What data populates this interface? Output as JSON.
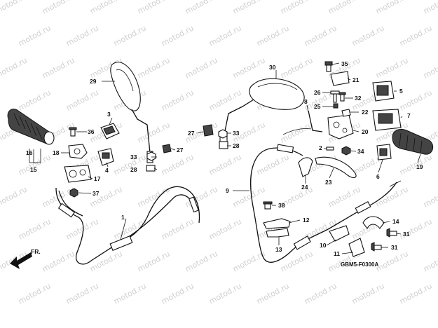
{
  "watermark": "motod.ru",
  "diagram_code": "GBM5-F0300A",
  "front_label": "FR.",
  "callouts": {
    "c1": "1",
    "c2": "2",
    "c3": "3",
    "c4": "4",
    "c5": "5",
    "c6": "6",
    "c7": "7",
    "c8": "8",
    "c9": "9",
    "c10": "10",
    "c11": "11",
    "c12": "12",
    "c13": "13",
    "c14": "14",
    "c15": "15",
    "c16": "16",
    "c17": "17",
    "c18": "18",
    "c19": "19",
    "c20": "20",
    "c21": "21",
    "c22": "22",
    "c23": "23",
    "c24": "24",
    "c25": "25",
    "c26": "26",
    "c27a": "27",
    "c27b": "27",
    "c28a": "28",
    "c28b": "28",
    "c29": "29",
    "c30": "30",
    "c31a": "31",
    "c31b": "31",
    "c32": "32",
    "c33a": "33",
    "c33b": "33",
    "c34": "34",
    "c35": "35",
    "c36": "36",
    "c37": "37",
    "c38": "38"
  },
  "colors": {
    "ink": "#111111",
    "watermark": "#d0d0d0",
    "background": "#ffffff"
  }
}
